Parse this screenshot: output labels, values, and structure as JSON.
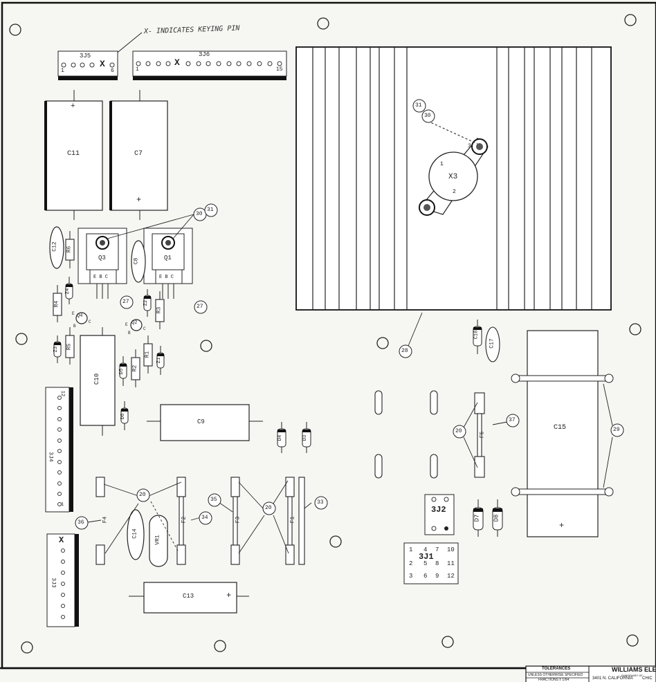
{
  "note": {
    "keying": "X- INDICATES KEYING PIN"
  },
  "connectors": {
    "j5_top": {
      "label": "3J5",
      "pin_start": "1",
      "pin_end": "6",
      "key_mark": "X"
    },
    "j6": {
      "label": "3J6",
      "pin_start": "1",
      "pin_end": "15",
      "key_mark": "X"
    },
    "j4": {
      "label": "3J4",
      "pin_start": "1",
      "pin_end": "12"
    },
    "j3": {
      "label": "3J3",
      "key_mark": "X"
    },
    "j2": {
      "label": "3J2"
    },
    "j1": {
      "label": "3J1",
      "pins": [
        "1",
        "4",
        "7",
        "10",
        "2",
        "5",
        "8",
        "11",
        "3",
        "6",
        "9",
        "12"
      ]
    }
  },
  "components": {
    "c11": "C11",
    "c7": "C7",
    "c12": "C12",
    "c8": "C8",
    "c10": "C10",
    "c9": "C9",
    "c13": "C13",
    "c14": "C14",
    "c15": "C15",
    "c16": "C16",
    "c17": "C17",
    "q3": "Q3",
    "q1": "Q1",
    "q4": "Q4",
    "q2": "Q2",
    "x3": "X3",
    "r6": "R6",
    "r4": "R4",
    "r5": "R5",
    "r2": "R2",
    "r1": "R1",
    "r3": "R3",
    "z4": "Z4",
    "z3": "Z3",
    "z2": "Z2",
    "z1": "Z1",
    "d5": "D5",
    "d6": "D6",
    "d4": "D4",
    "d3": "D3",
    "d7": "D7",
    "d8": "D8",
    "vr1": "VR1",
    "f1": "F1",
    "f2": "F2",
    "f3": "F3",
    "f4": "F4",
    "f5": "F5"
  },
  "pins": {
    "ebc": "E B C",
    "e": "E",
    "b": "B",
    "c": "C",
    "x3_pin1": "1",
    "x3_pin2": "2",
    "x3_pin3": "3",
    "plus": "+"
  },
  "callouts": [
    "27",
    "27",
    "28",
    "29",
    "20",
    "20",
    "20",
    "30",
    "31",
    "30",
    "31",
    "33",
    "34",
    "35",
    "36",
    "37"
  ],
  "title_block": {
    "tolerances": "TOLERANCES",
    "unless": "UNLESS OTHERWISE SPECIFIED",
    "fractions": "FRACTIONS ± 1/64",
    "company": "WILLIAMS ELECT",
    "subsidiary": "SUBSIDIARY OF",
    "address": "3401 N. CALIFORNIA",
    "city": "CHIC"
  }
}
